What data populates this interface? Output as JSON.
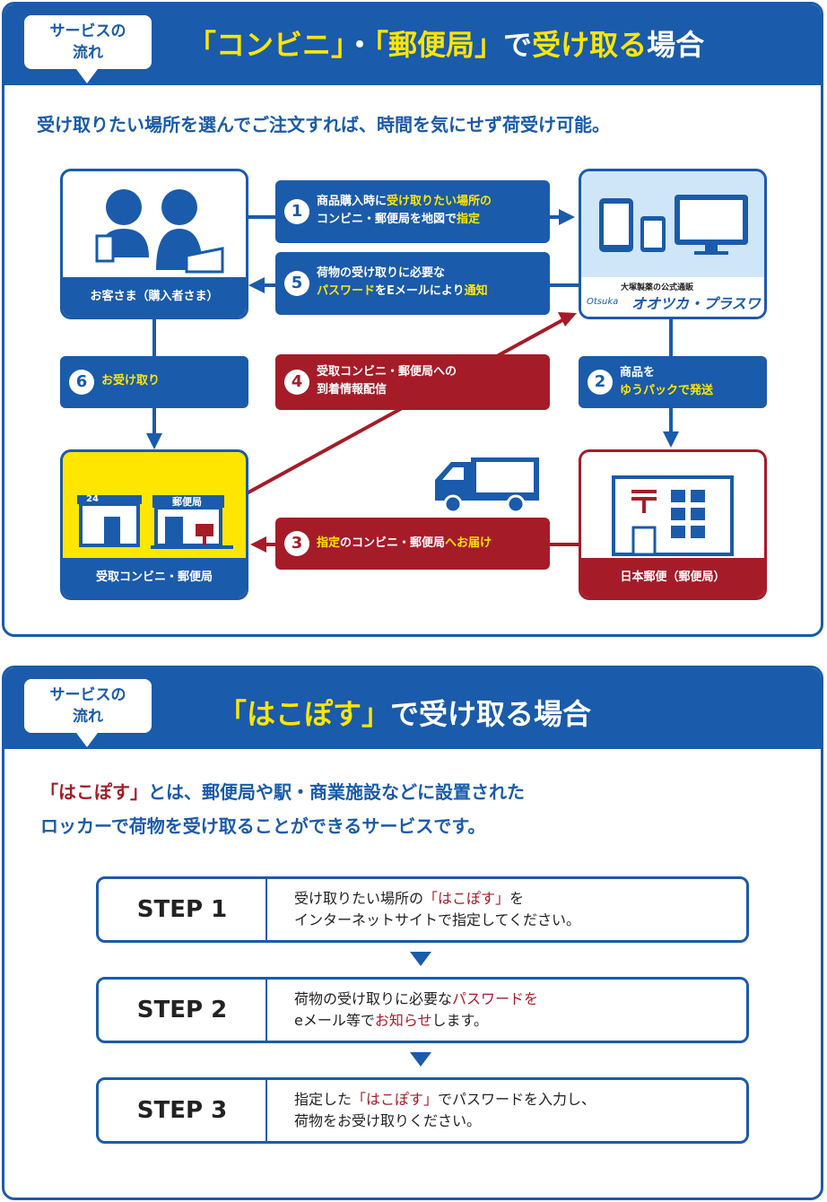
{
  "section1": {
    "bubble_line1": "サービスの",
    "bubble_line2": "流れ",
    "title_part1": "「コンビニ」",
    "title_dot": "・",
    "title_part2": "「郵便局」",
    "title_part3": "で",
    "title_part4": "受け取る",
    "title_part5": "場合",
    "subhead": "受け取りたい場所を選んでご注文すれば、時間を気にせず荷受け可能。",
    "nodes": {
      "customer": "お客さま（購入者さま）",
      "shop_brand_top": "大塚製薬の公式通販",
      "shop_brand_logo": "Otsuka",
      "shop_brand_name": "オオツカ・プラスワン",
      "store": "受取コンビニ・郵便局",
      "store_24": "24",
      "store_post": "郵便局",
      "post": "日本郵便（郵便局）"
    },
    "steps": [
      {
        "num": "1",
        "line1_a": "商品購入時に",
        "line1_b": "受け取りたい場所の",
        "line2_a": "コンビニ・郵便局を地図で",
        "line2_b": "指定"
      },
      {
        "num": "2",
        "line1": "商品を",
        "line2": "ゆうパックで発送"
      },
      {
        "num": "3",
        "text_a": "指定",
        "text_b": "のコンビニ・郵便局",
        "text_c": "へお届け"
      },
      {
        "num": "4",
        "line1": "受取コンビニ・郵便局への",
        "line2": "到着情報配信"
      },
      {
        "num": "5",
        "line1": "荷物の受け取りに必要な",
        "line2_a": "パスワード",
        "line2_b": "をEメールにより",
        "line2_c": "通知"
      },
      {
        "num": "6",
        "text": "お受け取り"
      }
    ]
  },
  "section2": {
    "bubble_line1": "サービスの",
    "bubble_line2": "流れ",
    "title_part1": "「はこぽす」",
    "title_part2": "で受け取る場合",
    "desc_line1_a": "「はこぽす」",
    "desc_line1_b": "とは、郵便局や駅・商業施設などに設置された",
    "desc_line2": "ロッカーで荷物を受け取ることができるサービスです。",
    "steps": [
      {
        "label": "STEP 1",
        "l1_a": "受け取りたい場所の",
        "l1_b": "「はこぽす」",
        "l1_c": "を",
        "l2": "インターネットサイトで指定してください。"
      },
      {
        "label": "STEP 2",
        "l1_a": "荷物の受け取りに必要な",
        "l1_b": "パスワードを",
        "l2_a": "eメール等で",
        "l2_b": "お知らせ",
        "l2_c": "します。"
      },
      {
        "label": "STEP 3",
        "l1_a": "指定した",
        "l1_b": "「はこぽす」",
        "l1_c": "でパスワードを入力し、",
        "l2": "荷物をお受け取りください。"
      }
    ]
  },
  "colors": {
    "blue": "#1a5bab",
    "red": "#a51c28",
    "yellow": "#ffe600",
    "light_blue": "#cfe6f8"
  }
}
